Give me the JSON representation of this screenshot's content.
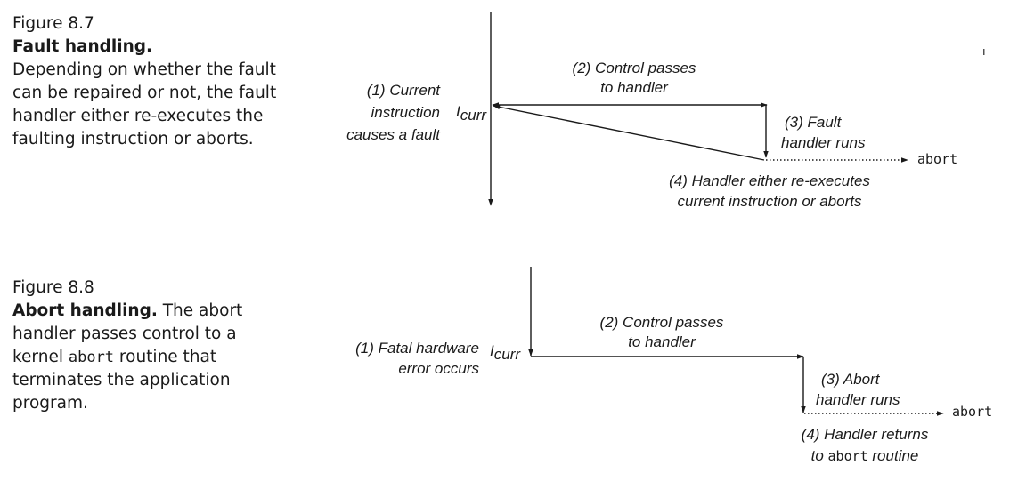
{
  "fig87": {
    "number": "Figure 8.7",
    "title": "Fault handling.",
    "body": "Depending on whether the fault can be repaired or not, the fault handler either re-executes the faulting instruction or aborts.",
    "step1_line1": "(1) Current",
    "step1_line2": "instruction",
    "step1_line3": "causes a fault",
    "icurr_main": "I",
    "icurr_sub": "curr",
    "step2_line1": "(2) Control passes",
    "step2_line2": "to handler",
    "step3_line1": "(3) Fault",
    "step3_line2": "handler runs",
    "abort_label": "abort",
    "step4_line1": "(4) Handler either re-executes",
    "step4_line2": "current instruction or aborts",
    "stray_mark": "ı"
  },
  "fig88": {
    "number": "Figure 8.8",
    "title": "Abort handling.",
    "body_part1": " The abort handler passes control to a kernel ",
    "body_code": "abort",
    "body_part2": " routine that terminates the application program.",
    "step1_line1": "(1) Fatal hardware",
    "step1_line2": "error occurs",
    "icurr_main": "I",
    "icurr_sub": "curr",
    "step2_line1": "(2) Control passes",
    "step2_line2": "to handler",
    "step3_line1": "(3) Abort",
    "step3_line2": "handler runs",
    "abort_label": "abort",
    "step4_line1": "(4) Handler returns",
    "step4_line2_prefix": "to ",
    "step4_line2_code": "abort",
    "step4_line2_suffix": " routine"
  }
}
